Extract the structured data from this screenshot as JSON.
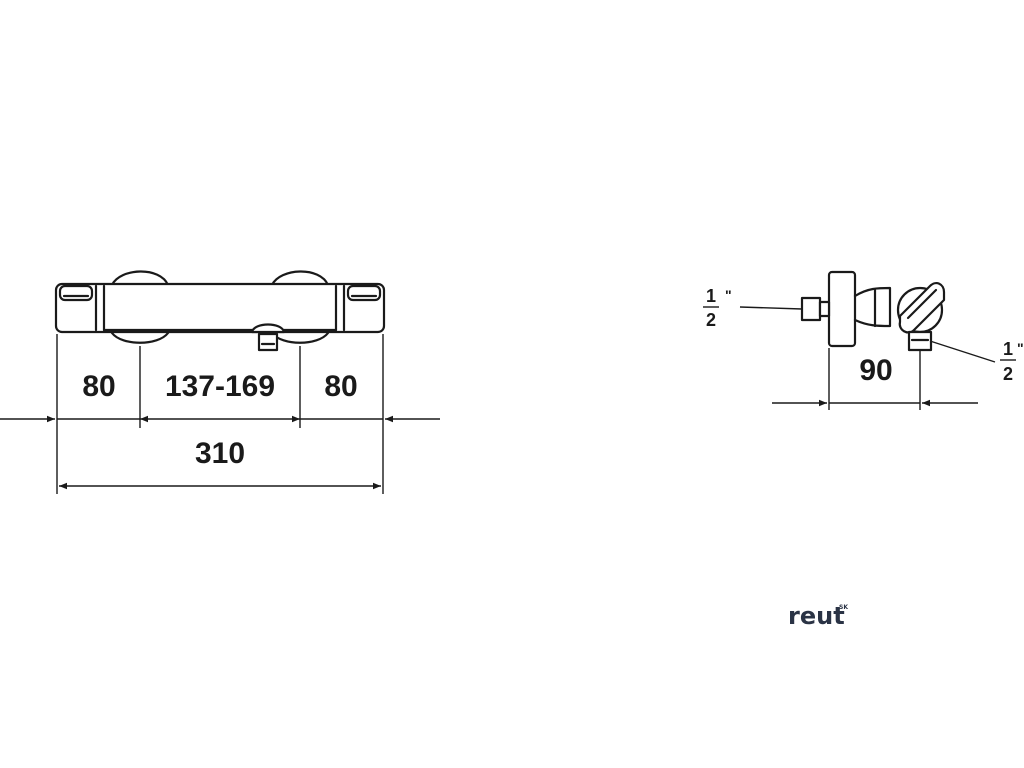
{
  "front_view": {
    "dim_left": "80",
    "dim_center": "137-169",
    "dim_right": "80",
    "dim_total": "310"
  },
  "side_view": {
    "inlet_top_num": "1",
    "inlet_top_den": "2",
    "inlet_top_mark": "\"",
    "dim_depth": "90",
    "outlet_num": "1",
    "outlet_den": "2",
    "outlet_mark": "\""
  },
  "logo": {
    "text": "reut",
    "superscript": "SK",
    "color": "#2a3345"
  }
}
